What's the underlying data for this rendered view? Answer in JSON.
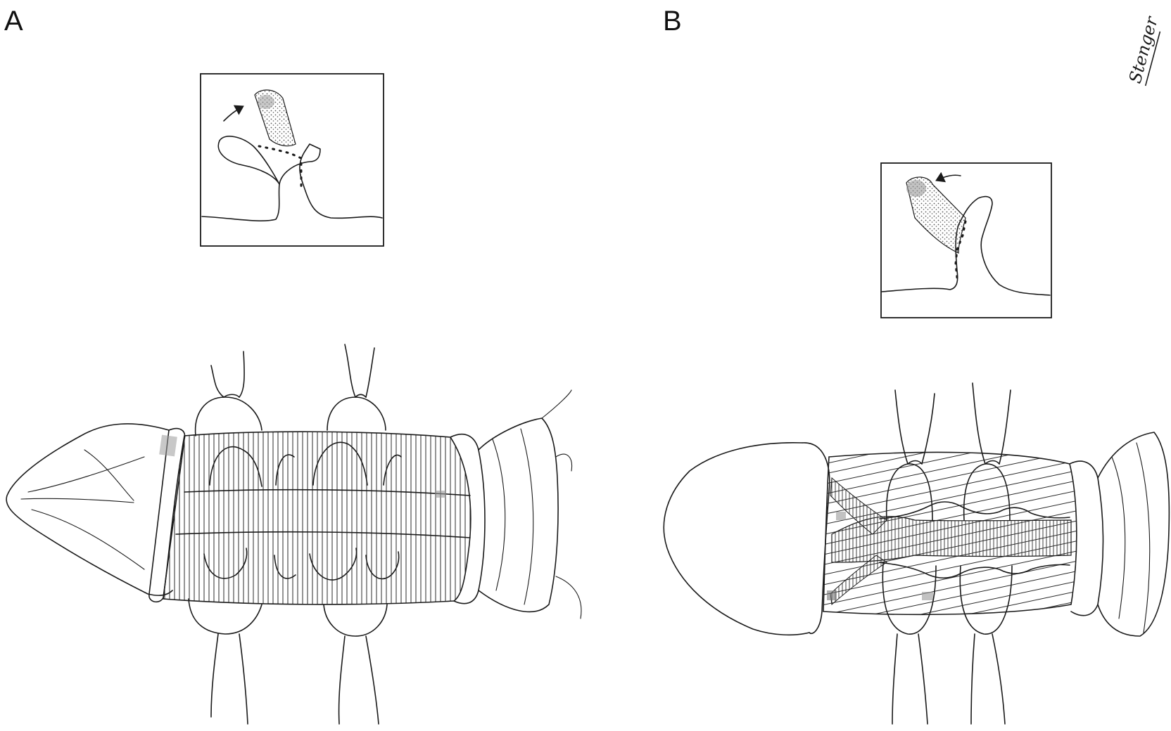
{
  "figure": {
    "panels": [
      {
        "id": "A",
        "label": "A"
      },
      {
        "id": "B",
        "label": "B"
      }
    ],
    "signature": "Stenger"
  },
  "colors": {
    "ink": "#1a1a1a",
    "stipple": "#555555",
    "shading": "#9a9a9a",
    "background": "#ffffff"
  }
}
